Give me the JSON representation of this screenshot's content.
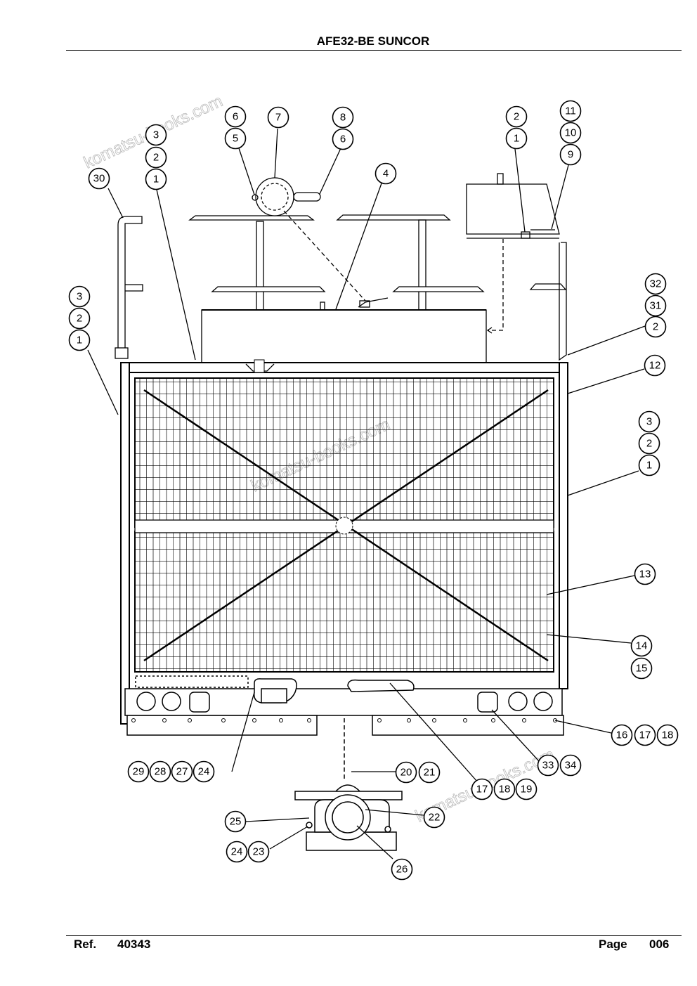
{
  "header": {
    "title": "AFE32-BE SUNCOR"
  },
  "footer": {
    "ref_label": "Ref.",
    "ref_number": "40343",
    "page_label": "Page",
    "page_number": "006"
  },
  "watermark": "komatsu-books.com",
  "callouts": [
    "1",
    "2",
    "3",
    "4",
    "5",
    "6",
    "7",
    "8",
    "9",
    "10",
    "11",
    "12",
    "13",
    "14",
    "15",
    "16",
    "17",
    "18",
    "19",
    "20",
    "21",
    "22",
    "23",
    "24",
    "25",
    "26",
    "27",
    "28",
    "29",
    "30",
    "31",
    "32",
    "33",
    "34"
  ]
}
